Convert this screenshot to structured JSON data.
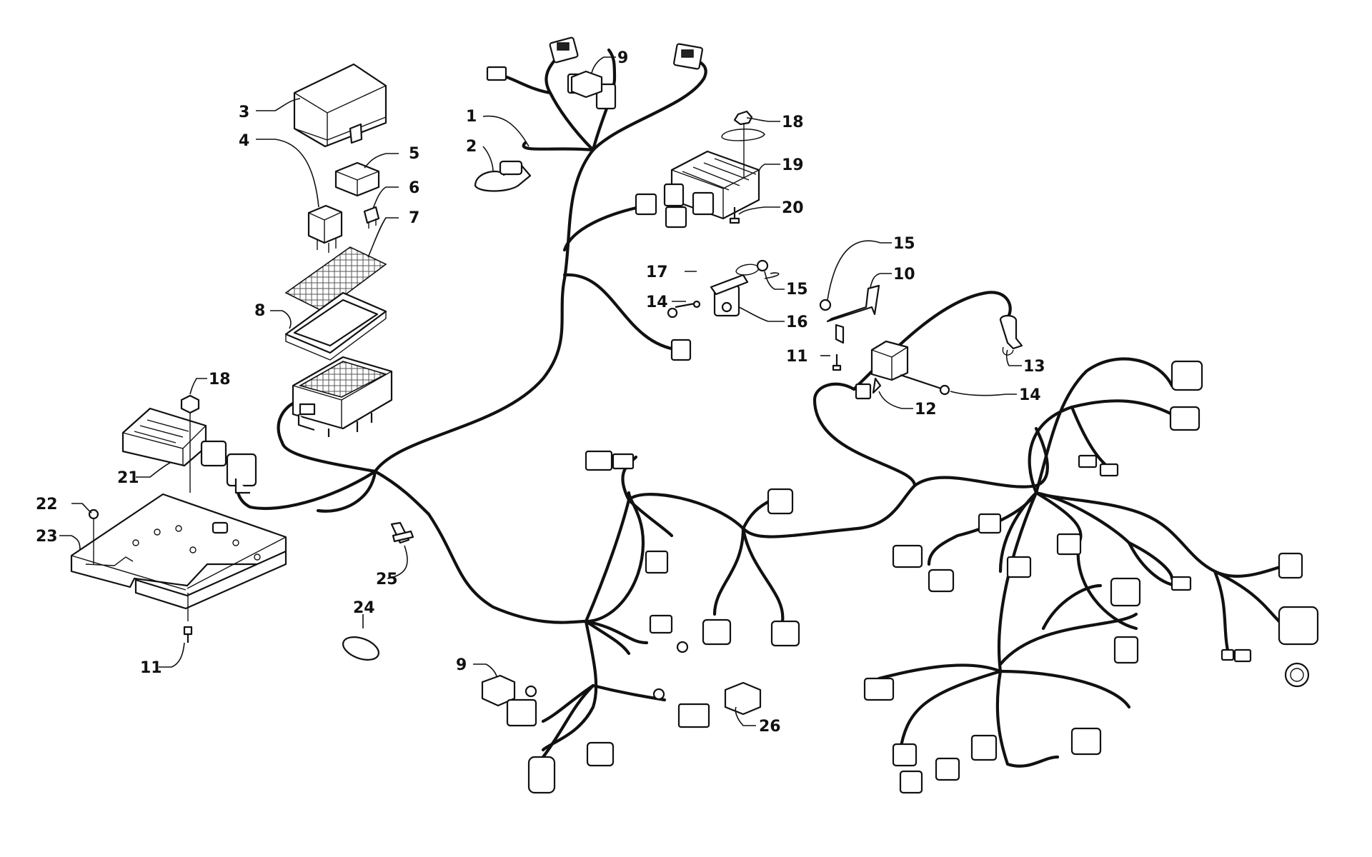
{
  "diagram": {
    "callouts": [
      {
        "id": "c1",
        "label": "1"
      },
      {
        "id": "c2",
        "label": "2"
      },
      {
        "id": "c3",
        "label": "3"
      },
      {
        "id": "c4",
        "label": "4"
      },
      {
        "id": "c5",
        "label": "5"
      },
      {
        "id": "c6",
        "label": "6"
      },
      {
        "id": "c7",
        "label": "7"
      },
      {
        "id": "c8",
        "label": "8"
      },
      {
        "id": "c9a",
        "label": "9"
      },
      {
        "id": "c9b",
        "label": "9"
      },
      {
        "id": "c10",
        "label": "10"
      },
      {
        "id": "c11a",
        "label": "11"
      },
      {
        "id": "c11b",
        "label": "11"
      },
      {
        "id": "c12",
        "label": "12"
      },
      {
        "id": "c13",
        "label": "13"
      },
      {
        "id": "c14a",
        "label": "14"
      },
      {
        "id": "c14b",
        "label": "14"
      },
      {
        "id": "c15a",
        "label": "15"
      },
      {
        "id": "c15b",
        "label": "15"
      },
      {
        "id": "c16",
        "label": "16"
      },
      {
        "id": "c17",
        "label": "17"
      },
      {
        "id": "c18a",
        "label": "18"
      },
      {
        "id": "c18b",
        "label": "18"
      },
      {
        "id": "c19",
        "label": "19"
      },
      {
        "id": "c20",
        "label": "20"
      },
      {
        "id": "c21",
        "label": "21"
      },
      {
        "id": "c22",
        "label": "22"
      },
      {
        "id": "c23",
        "label": "23"
      },
      {
        "id": "c24",
        "label": "24"
      },
      {
        "id": "c25",
        "label": "25"
      },
      {
        "id": "c26",
        "label": "26"
      }
    ]
  }
}
